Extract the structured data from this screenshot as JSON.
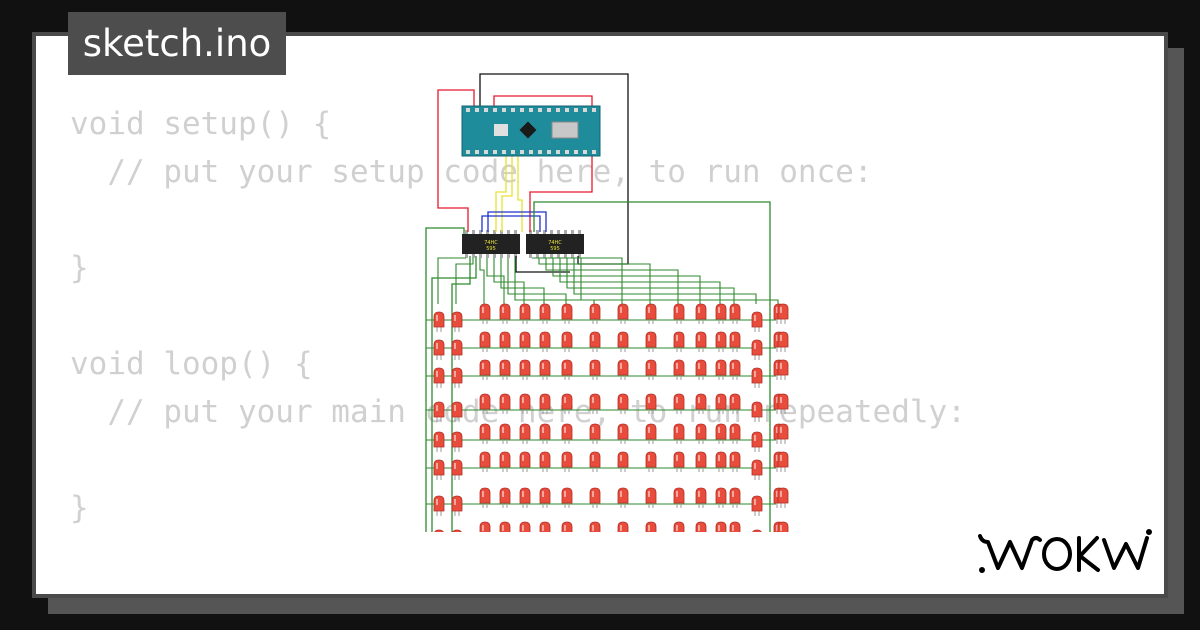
{
  "tab": {
    "filename": "sketch.ino"
  },
  "code": {
    "lines": [
      "void setup() {",
      "  // put your setup code here, to run once:",
      "",
      "}",
      "",
      "void loop() {",
      "  // put your main code here, to run repeatedly:",
      "",
      "}"
    ]
  },
  "brand": {
    "logo_text": "WOKWI"
  },
  "circuit": {
    "chip_label_line1": "74HC",
    "chip_label_line2": "595",
    "led_columns": 17,
    "led_rows": 8,
    "colors": {
      "board": "#1f8c9b",
      "wire_red": "#e8192c",
      "wire_black": "#111111",
      "wire_green": "#2d8a2d",
      "wire_blue": "#1f33c9",
      "wire_yellow": "#e8e230",
      "led": "#e74c3c",
      "chip": "#222222"
    }
  }
}
